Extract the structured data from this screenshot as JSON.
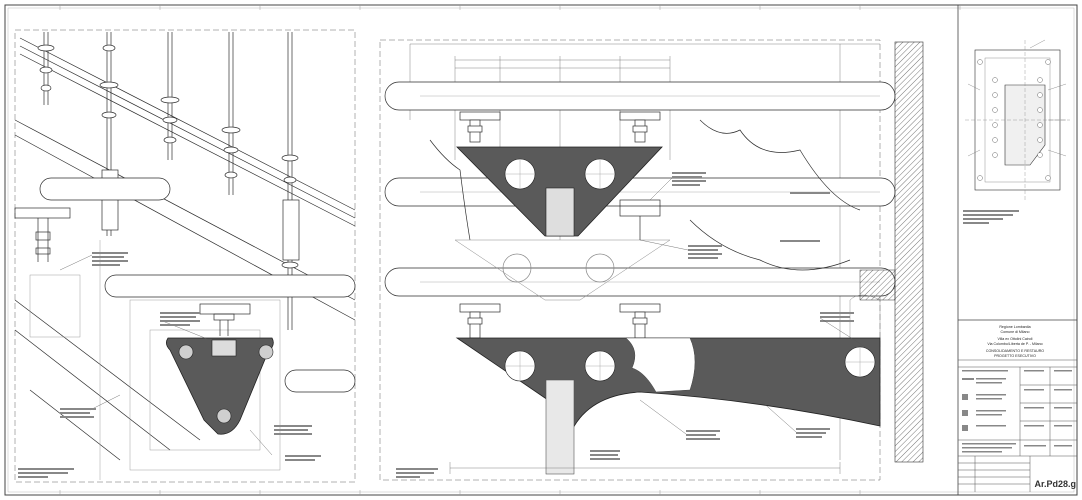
{
  "sheet": {
    "drawing_code": "Ar.Pd28.g"
  },
  "title_block": {
    "line1": "Regione Lombardia",
    "line2": "Comune di Milano",
    "line3": "Villa ex Ottolini Cairoli",
    "line4": "Via Colombo/Liberta de P. - Milano",
    "line5": "CONSOLIDAMENTO E RESTAURO",
    "line6": "PROGETTO ESECUTIVO"
  },
  "colors": {
    "line": "#2e2e2e",
    "fill_plate": "#5a5a5a",
    "hatch": "#555555",
    "paper": "#ffffff"
  }
}
